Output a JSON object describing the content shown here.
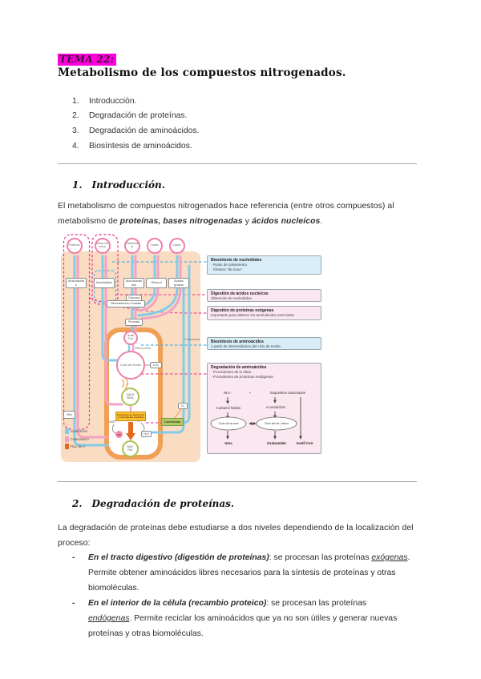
{
  "page": {
    "tema_label": "TEMA 22:",
    "title": "Metabolismo de los compuestos nitrogenados.",
    "toc": [
      {
        "num": "1.",
        "label": "Introducción."
      },
      {
        "num": "2.",
        "label": "Degradación de proteínas."
      },
      {
        "num": "3.",
        "label": "Degradación de aminoácidos."
      },
      {
        "num": "4.",
        "label": "Biosíntesis de aminoácidos."
      }
    ]
  },
  "intro": {
    "num": "1.",
    "heading": "Introducción.",
    "p1": "El metabolismo de compuestos nitrogenados hace referencia (entre otros compuestos) al metabolismo de ",
    "b1": "proteínas, bases nitrogenadas",
    "mid": " y ",
    "b2": "ácidos nucleicos",
    "tail": "."
  },
  "degradacion": {
    "num": "2.",
    "heading": "Degradación de proteínas.",
    "p1": "La degradación de proteínas debe estudiarse a dos niveles dependiendo de la localización del proceso:",
    "bullets": [
      {
        "dash": "-",
        "lead": "En el tracto digestivo (digestión de proteínas)",
        "mid": ": se procesan las proteínas ",
        "underlined": "exógenas",
        "rest": ". Permite obtener aminoácidos libres necesarios para la síntesis de proteínas y otras biomoléculas."
      },
      {
        "dash": "-",
        "lead": "En el interior de la célula (recambio proteico)",
        "mid": ": se procesan las proteínas ",
        "underlined": "endógenas",
        "rest": ". Permite reciclar los aminoácidos que ya no son útiles y generar nuevas proteínas y otras biomoléculas."
      }
    ]
  },
  "diagram": {
    "circles": [
      "Proteínas",
      "Ácidos nucleicos",
      "Polisacáridos",
      "Grasas",
      "Lípidos"
    ],
    "monomers": [
      "Aminoácidos",
      "Nucleótidos",
      "Monosacáridos",
      "Glicerol",
      "Ácidos grasos"
    ],
    "glucosa": "Glucosa",
    "gap": "Gliceraldehído-3-fosfato",
    "piruvato": "Piruvato",
    "acetil": "Acetil CoA",
    "mitocondria": "Mitocondria",
    "krebs": "Ciclo de Krebs",
    "co2": "CO₂",
    "electron": "e⁻",
    "nadh_line1": "NADH",
    "nadh_line2": "FADH₂",
    "etc_box": "Transporte de electrones y fosforilación oxidativa",
    "adp": "ADP",
    "atp": "ATP",
    "o2_line_label": "O₂",
    "h2o": "H₂O",
    "nad_line1": "NAD⁺",
    "nad_line2": "FAD",
    "coenzimas_box": "Coenzimas",
    "coenzimas_label": "Coenzimas",
    "o2_box": "O₂",
    "nh3": "NH₃",
    "legend": [
      {
        "color": "#85cbe9",
        "label": "Anabolismo"
      },
      {
        "color": "#f2a3c4",
        "label": "Catabolismo"
      },
      {
        "color": "#e8671c",
        "label": "Flujo de e⁻"
      }
    ],
    "notes": [
      {
        "title": "Biosíntesis de nucleótidos",
        "line1": "· Rutas de salvamento",
        "line2": "· Síntesis \"de novo\""
      },
      {
        "title": "Digestión de ácidos nucleicos",
        "line1": "Obtención de nucleótidos"
      },
      {
        "title": "Digestión de proteínas exógenas",
        "line1": "Importante para obtener los aminoácidos esenciales"
      },
      {
        "title": "Biosíntesis de aminoácidos",
        "line1": "A partir de intermediarios del ciclo de Krebs."
      },
      {
        "title": "Degradación de aminoácidos",
        "line1": "· Procedentes de la dieta",
        "line2": "· Procedentes de proteínas endógenas"
      }
    ],
    "flow": {
      "nh4": "NH₄⁺",
      "plus": "+",
      "esqueletos": "Esqueletos carbonados",
      "carbamil": "Carbamil fosfato",
      "cetoacidos": "α-cetoácidos",
      "urea_cycle": "Ciclo de la urea",
      "citric_cycle": "Ciclo del ác. cítrico",
      "urea": "Urea",
      "oxalacetato": "Oxalacetato",
      "acetilcoa": "Acetil CoA"
    },
    "colors": {
      "highlight_magenta": "#ff00dd",
      "panel_peach": "#f9dcc2",
      "line_blue": "#85cbe9",
      "line_pink": "#f2a3c4",
      "arrow_orange": "#e8671c",
      "note_blue_bg": "#d9edf8",
      "note_pink_bg": "#fbe7f0",
      "circle_border_pink": "#ef7fae",
      "coenzyme_green": "#a6c24f"
    }
  }
}
